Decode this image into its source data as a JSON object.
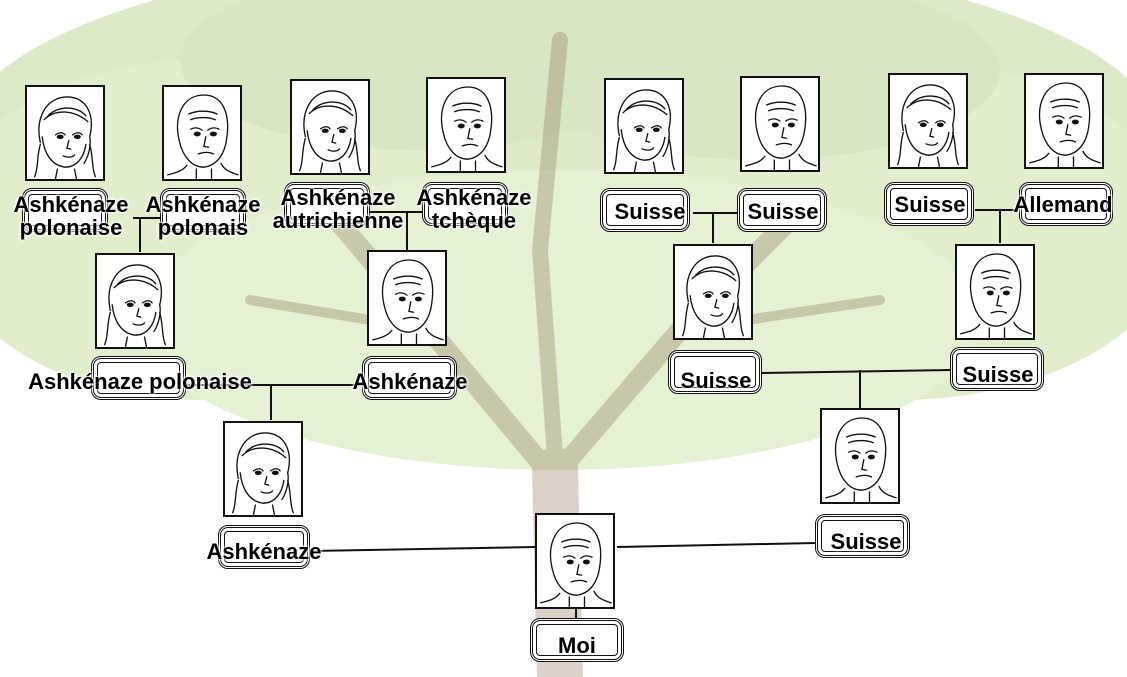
{
  "people": {
    "p1": {
      "label": "Ashkénaze\npolonaise",
      "gender": "female"
    },
    "p2": {
      "label": "Ashkénaze\npolonais",
      "gender": "male"
    },
    "p3": {
      "label": "Ashkénaze\nautrichienne",
      "gender": "female"
    },
    "p4": {
      "label": "Ashkénaze\ntchèque",
      "gender": "male"
    },
    "p5": {
      "label": "Suisse",
      "gender": "female"
    },
    "p6": {
      "label": "Suisse",
      "gender": "male"
    },
    "p7": {
      "label": "Suisse",
      "gender": "female"
    },
    "p8": {
      "label": "Allemand",
      "gender": "male"
    },
    "p9": {
      "label": "Ashkénaze polonaise",
      "gender": "female"
    },
    "p10": {
      "label": "Ashkénaze",
      "gender": "male"
    },
    "p11": {
      "label": "Suisse",
      "gender": "female"
    },
    "p12": {
      "label": "Suisse",
      "gender": "male"
    },
    "p13": {
      "label": "Ashkénaze",
      "gender": "female"
    },
    "p14": {
      "label": "Suisse",
      "gender": "male"
    },
    "me": {
      "label": "Moi",
      "gender": "male"
    }
  },
  "colors": {
    "line": "#111111",
    "leaf": "#9cc46a",
    "trunk": "#8a6a4a"
  }
}
